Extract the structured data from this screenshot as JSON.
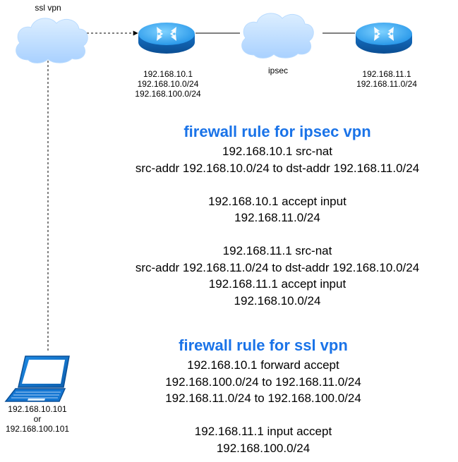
{
  "labels": {
    "ssl_vpn": "ssl vpn",
    "ipsec": "ipsec"
  },
  "router_left": {
    "lines": [
      "192.168.10.1",
      "192.168.10.0/24",
      "192.168.100.0/24"
    ]
  },
  "router_right": {
    "lines": [
      "192.168.11.1",
      "192.168.11.0/24"
    ]
  },
  "laptop": {
    "lines": [
      "192.168.10.101",
      "or",
      "192.168.100.101"
    ]
  },
  "ipsec_section": {
    "title": "firewall  rule for ipsec vpn",
    "rules": [
      "192.168.10.1 src-nat",
      "src-addr 192.168.10.0/24 to dst-addr 192.168.11.0/24",
      "",
      "192.168.10.1 accept input",
      "192.168.11.0/24",
      "",
      "192.168.11.1 src-nat",
      "src-addr 192.168.11.0/24 to dst-addr 192.168.10.0/24",
      "192.168.11.1 accept input",
      "192.168.10.0/24"
    ]
  },
  "ssl_section": {
    "title": "firewall  rule for ssl vpn",
    "rules": [
      "192.168.10.1 forward accept",
      "192.168.100.0/24 to 192.168.11.0/24",
      "192.168.11.0/24 to 192.168.100.0/24",
      "",
      "192.168.11.1 input accept",
      "192.168.100.0/24"
    ]
  },
  "colors": {
    "title_blue": "#1a73e8",
    "cloud": "#c6e0ff",
    "router": "#1a88e8"
  },
  "icons": [
    "cloud-icon",
    "router-icon",
    "laptop-icon"
  ]
}
